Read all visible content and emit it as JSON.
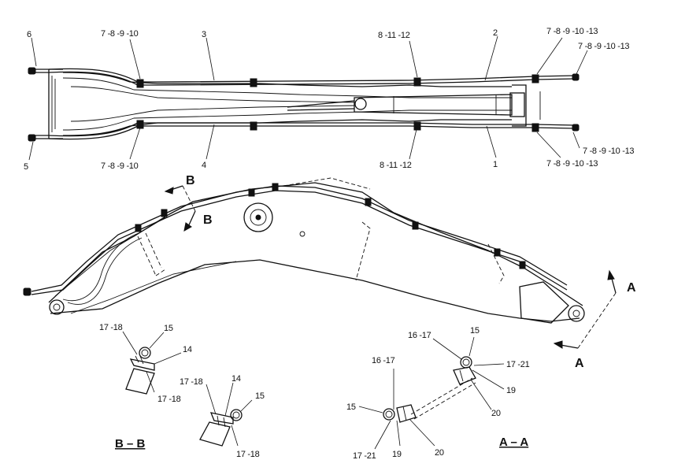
{
  "callouts": {
    "top_6": "6",
    "top_5": "5",
    "top_3": "3",
    "top_4": "4",
    "top_2": "2",
    "top_1": "1",
    "top_7_10_upper": "7 -8 -9 -10",
    "top_7_10_lower": "7 -8 -9 -10",
    "top_8_12_upper": "8 -11 -12",
    "top_8_12_lower": "8 -11 -12",
    "top_7_13_a": "7 -8 -9 -10 -13",
    "top_7_13_b": "7 -8 -9 -10 -13",
    "top_7_13_c": "7 -8 -9 -10 -13",
    "top_7_13_d": "7 -8 -9 -10 -13"
  },
  "section_markers": {
    "b_upper": "B",
    "b_lower": "B",
    "a_upper": "A",
    "a_lower": "A"
  },
  "detail_bb": {
    "title": "B – B",
    "l_17_18_a": "17 -18",
    "l_15_a": "15",
    "l_14_a": "14",
    "l_17_18_b": "17 -18",
    "l_17_18_c": "17 -18",
    "l_14_b": "14",
    "l_15_b": "15",
    "l_17_18_d": "17 -18"
  },
  "detail_aa": {
    "title": "A – A",
    "l_16_17_a": "16 -17",
    "l_15_a": "15",
    "l_17_21_a": "17 -21",
    "l_19_a": "19",
    "l_20_a": "20",
    "l_16_17_b": "16 -17",
    "l_15_b": "15",
    "l_17_21_b": "17 -21",
    "l_19_b": "19",
    "l_20_b": "20"
  }
}
